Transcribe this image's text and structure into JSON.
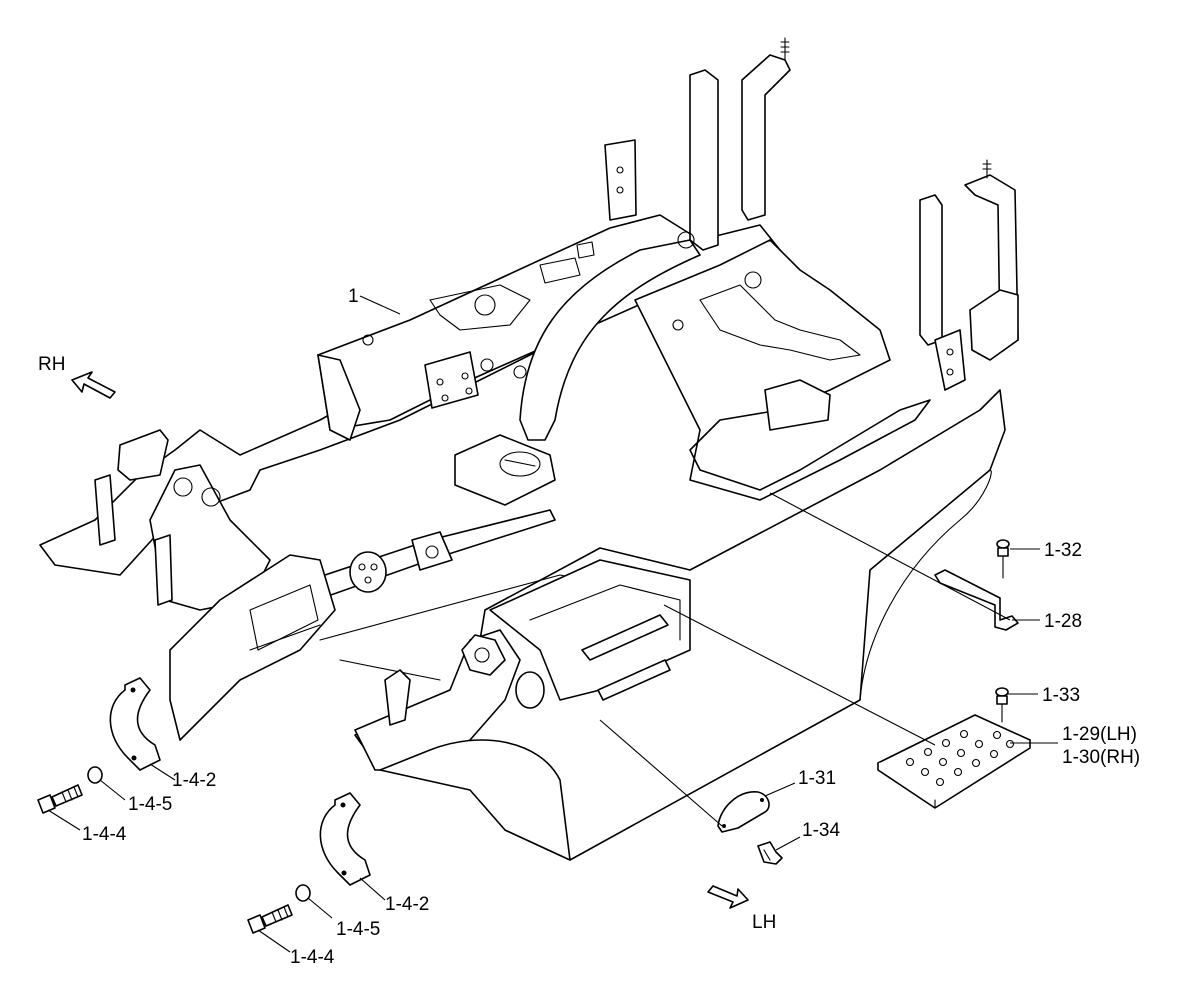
{
  "diagram": {
    "directions": {
      "rh": "RH",
      "lh": "LH"
    },
    "callouts": {
      "frame": "1",
      "bracket_right": "1-28",
      "step_lh": "1-29(LH)",
      "step_rh": "1-30(RH)",
      "cover": "1-31",
      "bolt_bracket": "1-32",
      "bolt_step": "1-33",
      "bolt_cover": "1-34",
      "cap_upper": "1-4-2",
      "cap_lower": "1-4-2",
      "washer_upper": "1-4-5",
      "washer_lower": "1-4-5",
      "bolt_upper": "1-4-4",
      "bolt_lower": "1-4-4"
    },
    "colors": {
      "line": "#000000",
      "background": "#ffffff"
    }
  }
}
